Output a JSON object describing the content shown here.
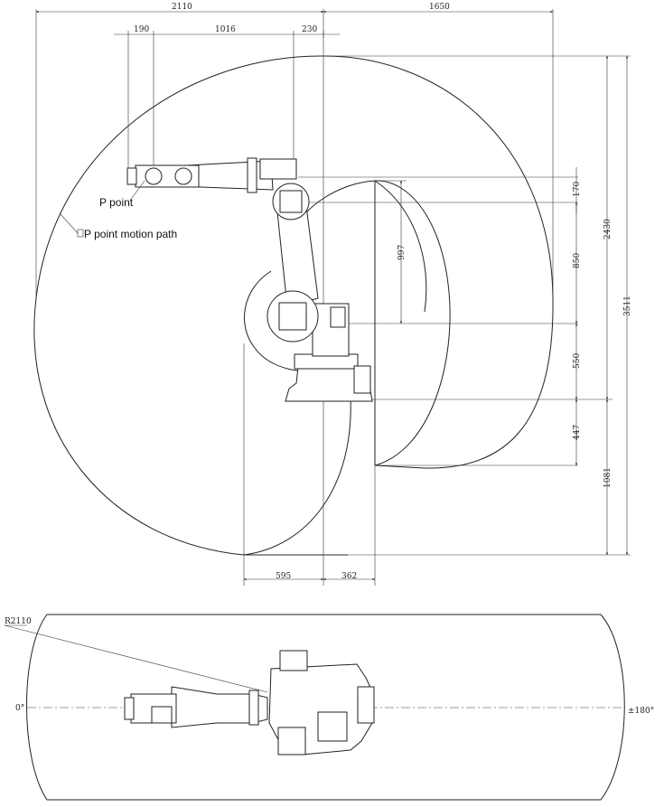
{
  "side_view": {
    "dim_top": {
      "left": "2110",
      "right": "1650"
    },
    "dim_arm": {
      "a": "190",
      "b": "1016",
      "c": "230"
    },
    "dim_right": {
      "d170": "170",
      "d850": "850",
      "d550": "550",
      "d447": "447",
      "d997": "997",
      "d2430": "2430",
      "d3511": "3511",
      "d1081": "1081"
    },
    "dim_bottom": {
      "d595": "595",
      "d362": "362"
    },
    "labels": {
      "p_point": "P point",
      "p_path": "P point motion path"
    }
  },
  "top_view": {
    "radius_label": "R2110",
    "angle_left": "0°",
    "angle_right": "±180°"
  },
  "colors": {
    "line": "#222222",
    "background": "#ffffff"
  }
}
